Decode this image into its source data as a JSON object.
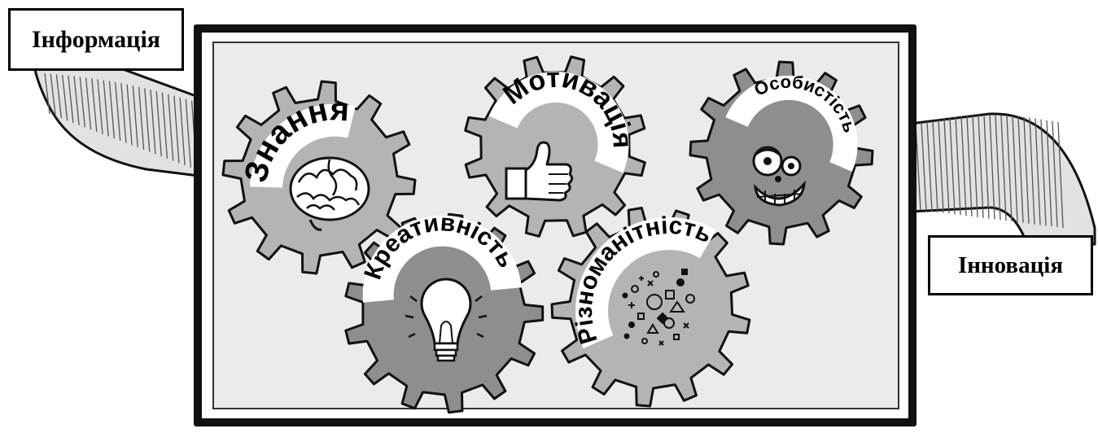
{
  "diagram": {
    "input_label": "Інформація",
    "output_label": "Інновація",
    "gears": [
      {
        "id": "knowledge",
        "label": "Знання",
        "icon": "brain-icon"
      },
      {
        "id": "motivation",
        "label": "Мотивація",
        "icon": "thumbs-up-icon"
      },
      {
        "id": "personality",
        "label": "Особистість",
        "icon": "funny-face-icon"
      },
      {
        "id": "creativity",
        "label": "Креативність",
        "icon": "light-bulb-icon"
      },
      {
        "id": "diversity",
        "label": "Різноманітність",
        "icon": "shapes-cluster-icon"
      }
    ]
  },
  "colors": {
    "gear_light": "#b4b4b4",
    "gear_dark": "#8e8e8e",
    "frame_fill": "#ebebeb",
    "pipe_fill": "#e2e2e2",
    "outline": "#111111"
  }
}
